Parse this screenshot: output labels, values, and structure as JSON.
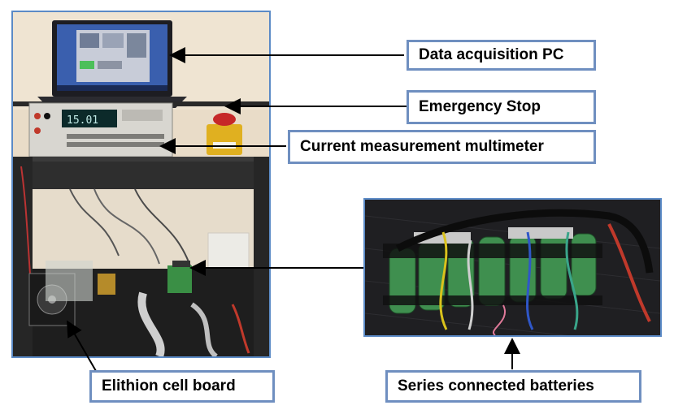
{
  "labels": {
    "data_acquisition_pc": "Data acquisition PC",
    "emergency_stop": "Emergency Stop",
    "current_measurement_multimeter": "Current measurement multimeter",
    "elithion_cell_board": "Elithion cell board",
    "series_connected_batteries": "Series connected batteries"
  },
  "multimeter_display": "15.01",
  "colors": {
    "frame_border": "#5b8ac6",
    "label_border": "#6f8fc0",
    "arrow": "#000000",
    "battery_green": "#3f8f4f"
  }
}
